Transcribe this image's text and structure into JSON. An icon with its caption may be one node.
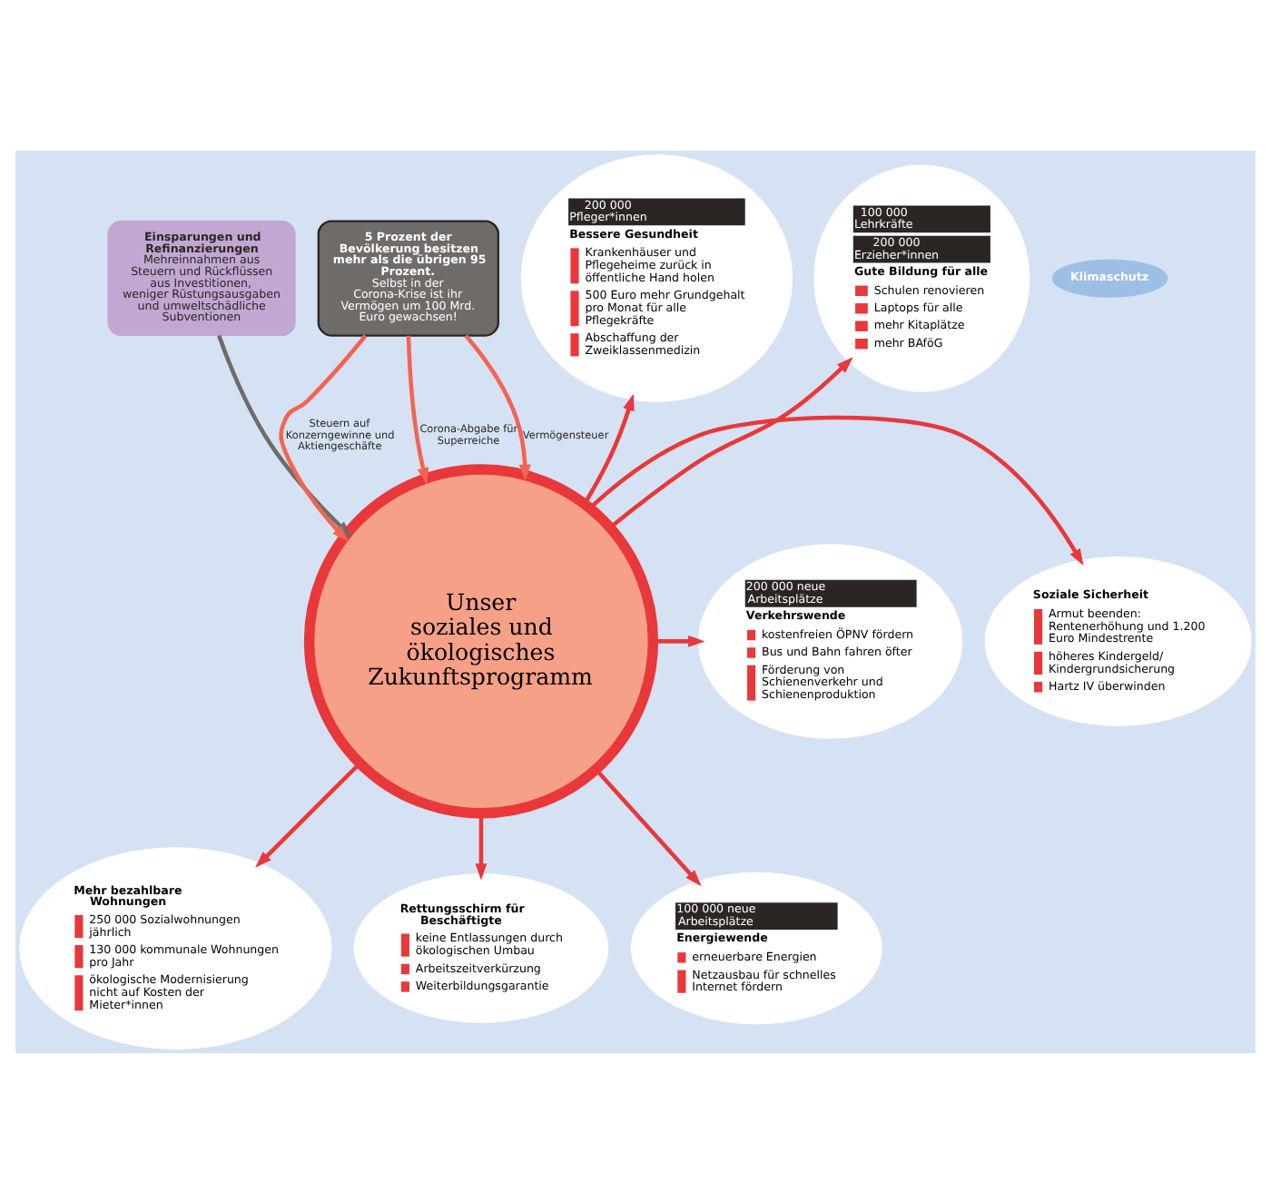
{
  "diagram": {
    "nodes": [
      {
        "text": [
          "Einsparungen und Refinanzierungen",
          "Mehreinnahmen aus Steuern und Rückflüssen aus Investitionen, weniger Rüstungsausgaben und umweltschädliche Subventionen"
        ]
      },
      {
        "text": [
          "5 Prozent der Bevölkerung besitzen mehr als die übrigen 95 Prozent.",
          "Selbst in der Corona-Krise ist ihr Vermögen um 100 Mrd. Euro gewachsen!"
        ]
      },
      {
        "text": [
          "Unser soziales und ökologisches Zukunftsprogramm"
        ]
      },
      {
        "text": [
          "200 000 Pfleger*innen",
          "Bessere Gesundheit",
          "Krankenhäuser und Pflegeheime zurück in öffentliche Hand holen",
          "500 Euro mehr Grundgehalt pro Monat für alle Pflegekräfte",
          "Abschaffung der Zweiklassenmedizin"
        ]
      },
      {
        "text": [
          "100 000 Lehrkräfte",
          "200 000 Erzieher*innen",
          "Gute Bildung für alle",
          "Schulen renovieren",
          "Laptops für alle",
          "mehr Kitaplätze",
          "mehr BAföG"
        ]
      },
      {
        "text": [
          "Soziale Sicherheit",
          "Armut beenden: Rentenerhöhung und 1.200 Euro Mindestrente",
          "höheres Kindergeld/ Kindergrundsicherung",
          "Hartz IV überwinden"
        ]
      },
      {
        "text": [
          "200 000 neue Arbeitsplätze",
          "Verkehrswende",
          "kostenfreien ÖPNV fördern",
          "Bus und Bahn fahren öfter",
          "Förderung von Schienenverkehr und Schienenproduktion"
        ]
      },
      {
        "text": [
          "Klimaschutz"
        ]
      },
      {
        "text": [
          "Mehr bezahlbare Wohnungen",
          "250 000 Sozialwohnungen jährlich",
          "130 000 kommunale Wohnungen pro Jahr",
          "ökologische Modernisierung nicht auf Kosten der Mieter*innen"
        ]
      },
      {
        "text": [
          "Rettungsschirm für Beschäftigte",
          "keine Entlassungen durch ökologischen Umbau",
          "Arbeitszeitverkürzung",
          "Weiterbildungsgarantie"
        ]
      },
      {
        "text": [
          "100 000 neue Arbeitsplätze",
          "Energiewende",
          "erneuerbare Energien",
          "Netzausbau für schnelles Internet fördern"
        ]
      }
    ],
    "edges": [
      {
        "from": 0,
        "to": 2,
        "arrow": "to",
        "color": "#6f6b69"
      },
      {
        "from": 1,
        "to": 2,
        "arrow": "to",
        "label": "Steuern auf Konzerngewinne und Aktiengeschäfte",
        "color": "#f26451"
      },
      {
        "from": 1,
        "to": 2,
        "arrow": "to",
        "label": "Corona-Abgabe für Superreiche",
        "color": "#f26451"
      },
      {
        "from": 1,
        "to": 2,
        "arrow": "to",
        "label": "Vermögensteuer",
        "color": "#f26451"
      },
      {
        "from": 2,
        "to": 3,
        "arrow": "to"
      },
      {
        "from": 2,
        "to": 4,
        "arrow": "to"
      },
      {
        "from": 2,
        "to": 5,
        "arrow": "to"
      },
      {
        "from": 2,
        "to": 6,
        "arrow": "to"
      },
      {
        "from": 2,
        "to": 8,
        "arrow": "to"
      },
      {
        "from": 2,
        "to": 9,
        "arrow": "to"
      },
      {
        "from": 2,
        "to": 10,
        "arrow": "to"
      }
    ]
  }
}
